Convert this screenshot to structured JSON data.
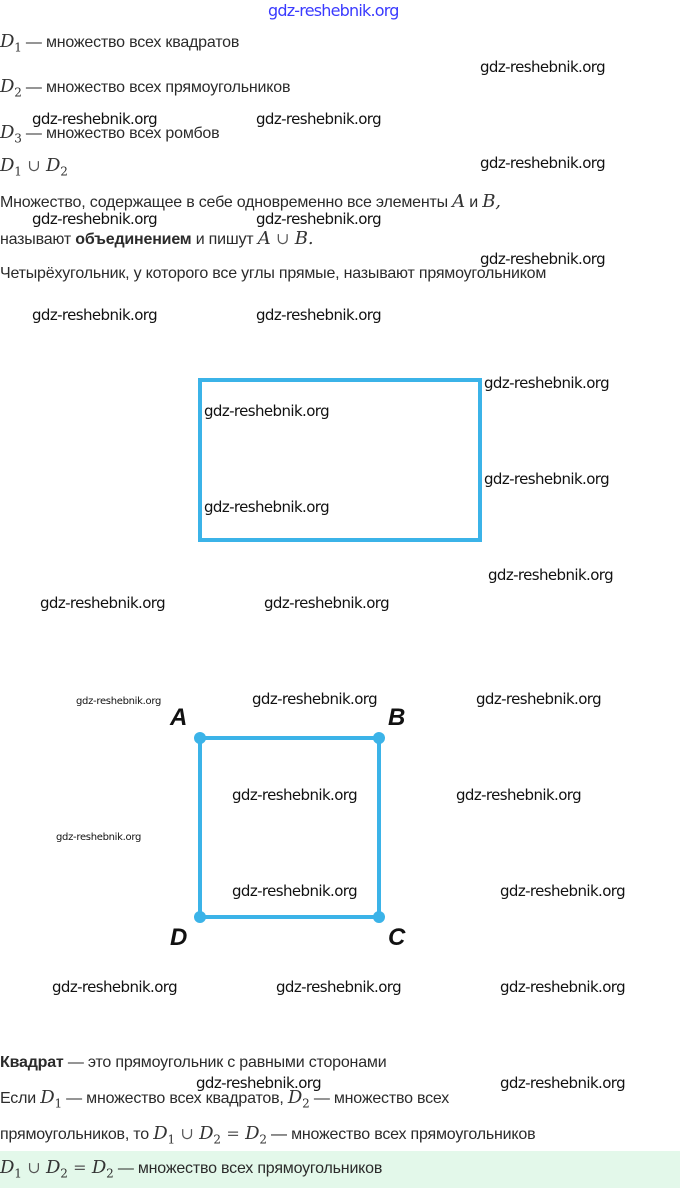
{
  "header_watermark": "gdz-reshebnik.org",
  "lines": {
    "d1_text": "— множество всех квадратов",
    "d2_text": "— множество всех прямоугольников",
    "d3_text": "— множество всех ромбов",
    "def_part1": "Множество, содержащее в себе одновременно все элементы",
    "def_and": "и",
    "def_part2": "называют",
    "def_bold": "объединением",
    "def_part3": "и пишут",
    "rect_def": "Четырёхугольник, у которого все углы прямые, называют прямоугольником",
    "square_bold": "Квадрат",
    "square_text": "— это прямоугольник с равными сторонами",
    "if_text": "Если",
    "if_d1": "— множество всех квадратов,",
    "if_d2": "— множество всех",
    "then_text": "прямоугольников, то",
    "then_rest": "— множество всех прямоугольников",
    "answer_rest": "— множество всех прямоугольников"
  },
  "math": {
    "D": "D",
    "one": "1",
    "two": "2",
    "three": "3",
    "cup": "∪",
    "eq": "=",
    "A": "A",
    "B": "B",
    "comma": ",",
    "dot": "."
  },
  "square_labels": {
    "a": "A",
    "b": "B",
    "c": "C",
    "d": "D"
  },
  "watermarks": [
    "gdz-reshebnik.org",
    "gdz-reshebnik.org",
    "gdz-reshebnik.org",
    "gdz-reshebnik.org",
    "gdz-reshebnik.org",
    "gdz-reshebnik.org",
    "gdz-reshebnik.org",
    "gdz-reshebnik.org",
    "gdz-reshebnik.org",
    "gdz-reshebnik.org",
    "gdz-reshebnik.org",
    "gdz-reshebnik.org",
    "gdz-reshebnik.org",
    "gdz-reshebnik.org",
    "gdz-reshebnik.org",
    "gdz-reshebnik.org",
    "gdz-reshebnik.org",
    "gdz-reshebnik.org",
    "gdz-reshebnik.org",
    "gdz-reshebnik.org",
    "gdz-reshebnik.org",
    "gdz-reshebnik.org",
    "gdz-reshebnik.org",
    "gdz-reshebnik.org",
    "gdz-reshebnik.org",
    "gdz-reshebnik.org",
    "gdz-reshebnik.org",
    "gdz-reshebnik.org",
    "gdz-reshebnik.org"
  ],
  "colors": {
    "shape": "#3bb3e8",
    "highlight": "#e3f8ea",
    "header_watermark": "#3a3aff"
  }
}
